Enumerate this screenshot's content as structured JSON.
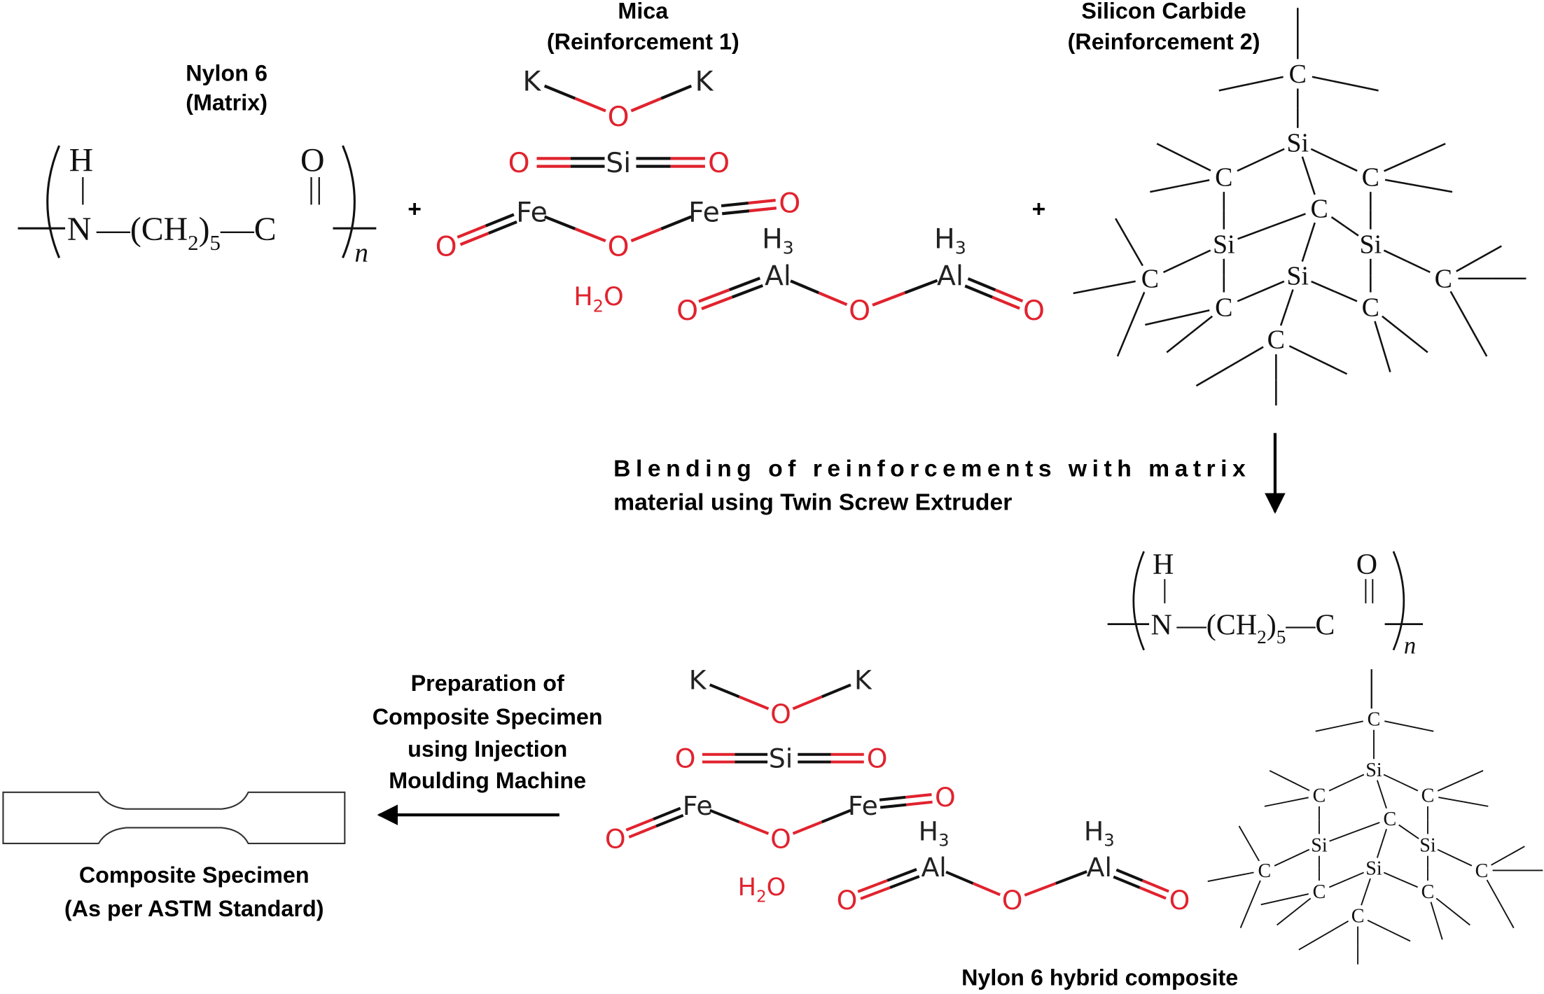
{
  "colors": {
    "oxygen": "#e0232e",
    "bond": "#111111",
    "text": "#000000"
  },
  "nylon": {
    "title": "Nylon 6",
    "subtitle": "(Matrix)",
    "formula": {
      "h": "H",
      "n_atom": "N",
      "dash1": "—(CH",
      "sub2": "2",
      "close": ")",
      "sub5": "5",
      "dash2": "—C",
      "o": "O",
      "n_repeat": "n"
    }
  },
  "plus_sign": "+",
  "mica": {
    "title": "Mica",
    "subtitle": "(Reinforcement 1)",
    "atoms": [
      "K",
      "O",
      "K",
      "O",
      "Si",
      "O",
      "Fe",
      "Fe",
      "O",
      "O",
      "O",
      "Al",
      "Al",
      "O",
      "O",
      "O",
      "H",
      "H"
    ],
    "h3": "3",
    "water": {
      "h": "H",
      "sub": "2",
      "o": "O"
    }
  },
  "silicon_carbide": {
    "title": "Silicon Carbide",
    "subtitle": "(Reinforcement 2)",
    "atoms": [
      "C",
      "Si",
      "C",
      "C",
      "C",
      "Si",
      "Si",
      "Si",
      "C",
      "C",
      "C",
      "C",
      "C"
    ]
  },
  "steps": {
    "blending_line1": "Blending of reinforcements with matrix",
    "blending_line2": "material using Twin Screw Extruder",
    "preparation": [
      "Preparation of",
      "Composite Specimen",
      "using Injection",
      "Moulding Machine"
    ]
  },
  "hybrid_label": "Nylon 6 hybrid composite",
  "specimen": {
    "title": "Composite Specimen",
    "subtitle": "(As per ASTM Standard)"
  }
}
